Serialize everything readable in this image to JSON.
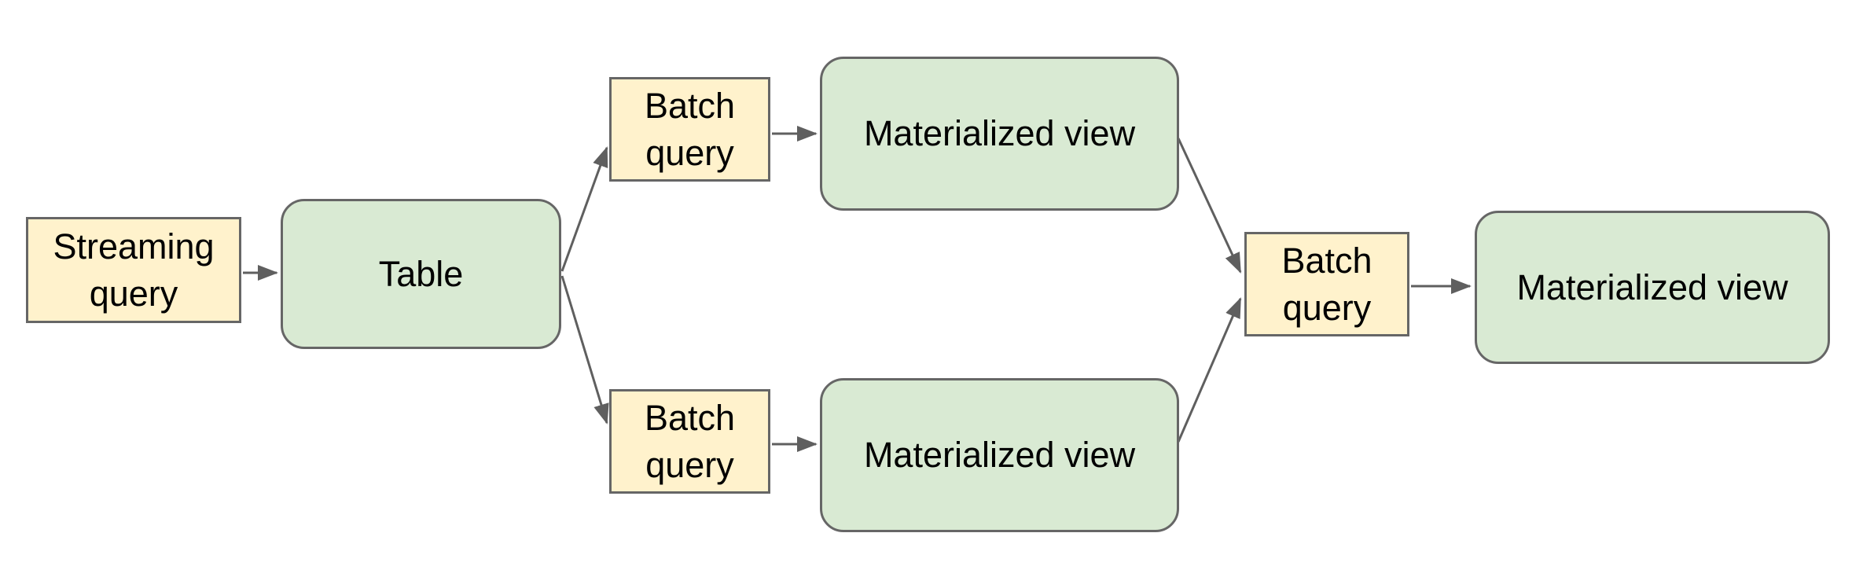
{
  "colors": {
    "query_fill": "#fff2cc",
    "table_fill": "#d9ead3",
    "box_border": "#666666",
    "connector": "#5f5f5f",
    "text": "#000000",
    "background": "#ffffff"
  },
  "nodes": {
    "streaming_query": {
      "label": "Streaming query",
      "kind": "query"
    },
    "table": {
      "label": "Table",
      "kind": "table"
    },
    "batch_query_top": {
      "label": "Batch query",
      "kind": "query"
    },
    "materialized_view_top": {
      "label": "Materialized view",
      "kind": "table"
    },
    "batch_query_bottom": {
      "label": "Batch query",
      "kind": "query"
    },
    "materialized_view_bottom": {
      "label": "Materialized view",
      "kind": "table"
    },
    "batch_query_right": {
      "label": "Batch query",
      "kind": "query"
    },
    "materialized_view_right": {
      "label": "Materialized view",
      "kind": "table"
    }
  },
  "edges": [
    {
      "from": "streaming_query",
      "to": "table"
    },
    {
      "from": "table",
      "to": "batch_query_top"
    },
    {
      "from": "table",
      "to": "batch_query_bottom"
    },
    {
      "from": "batch_query_top",
      "to": "materialized_view_top"
    },
    {
      "from": "batch_query_bottom",
      "to": "materialized_view_bottom"
    },
    {
      "from": "materialized_view_top",
      "to": "batch_query_right"
    },
    {
      "from": "materialized_view_bottom",
      "to": "batch_query_right"
    },
    {
      "from": "batch_query_right",
      "to": "materialized_view_right"
    }
  ]
}
